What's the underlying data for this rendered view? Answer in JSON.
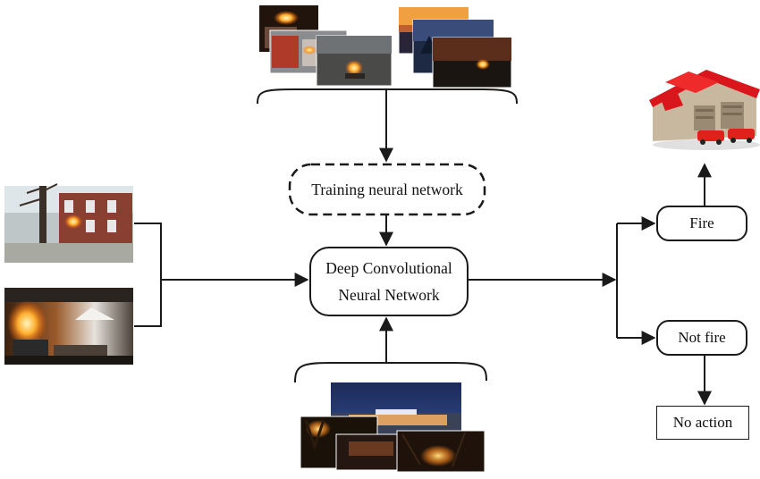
{
  "nodes": {
    "training": "Training neural network",
    "dcnn_line1": "Deep Convolutional",
    "dcnn_line2": "Neural Network",
    "fire": "Fire",
    "not_fire": "Not fire",
    "no_action": "No action"
  },
  "icons": {
    "fire_station": "fire-station-icon"
  },
  "colors": {
    "flame": "#ff7a1a",
    "roof_red": "#d8161b",
    "line": "#1a1a1a"
  }
}
